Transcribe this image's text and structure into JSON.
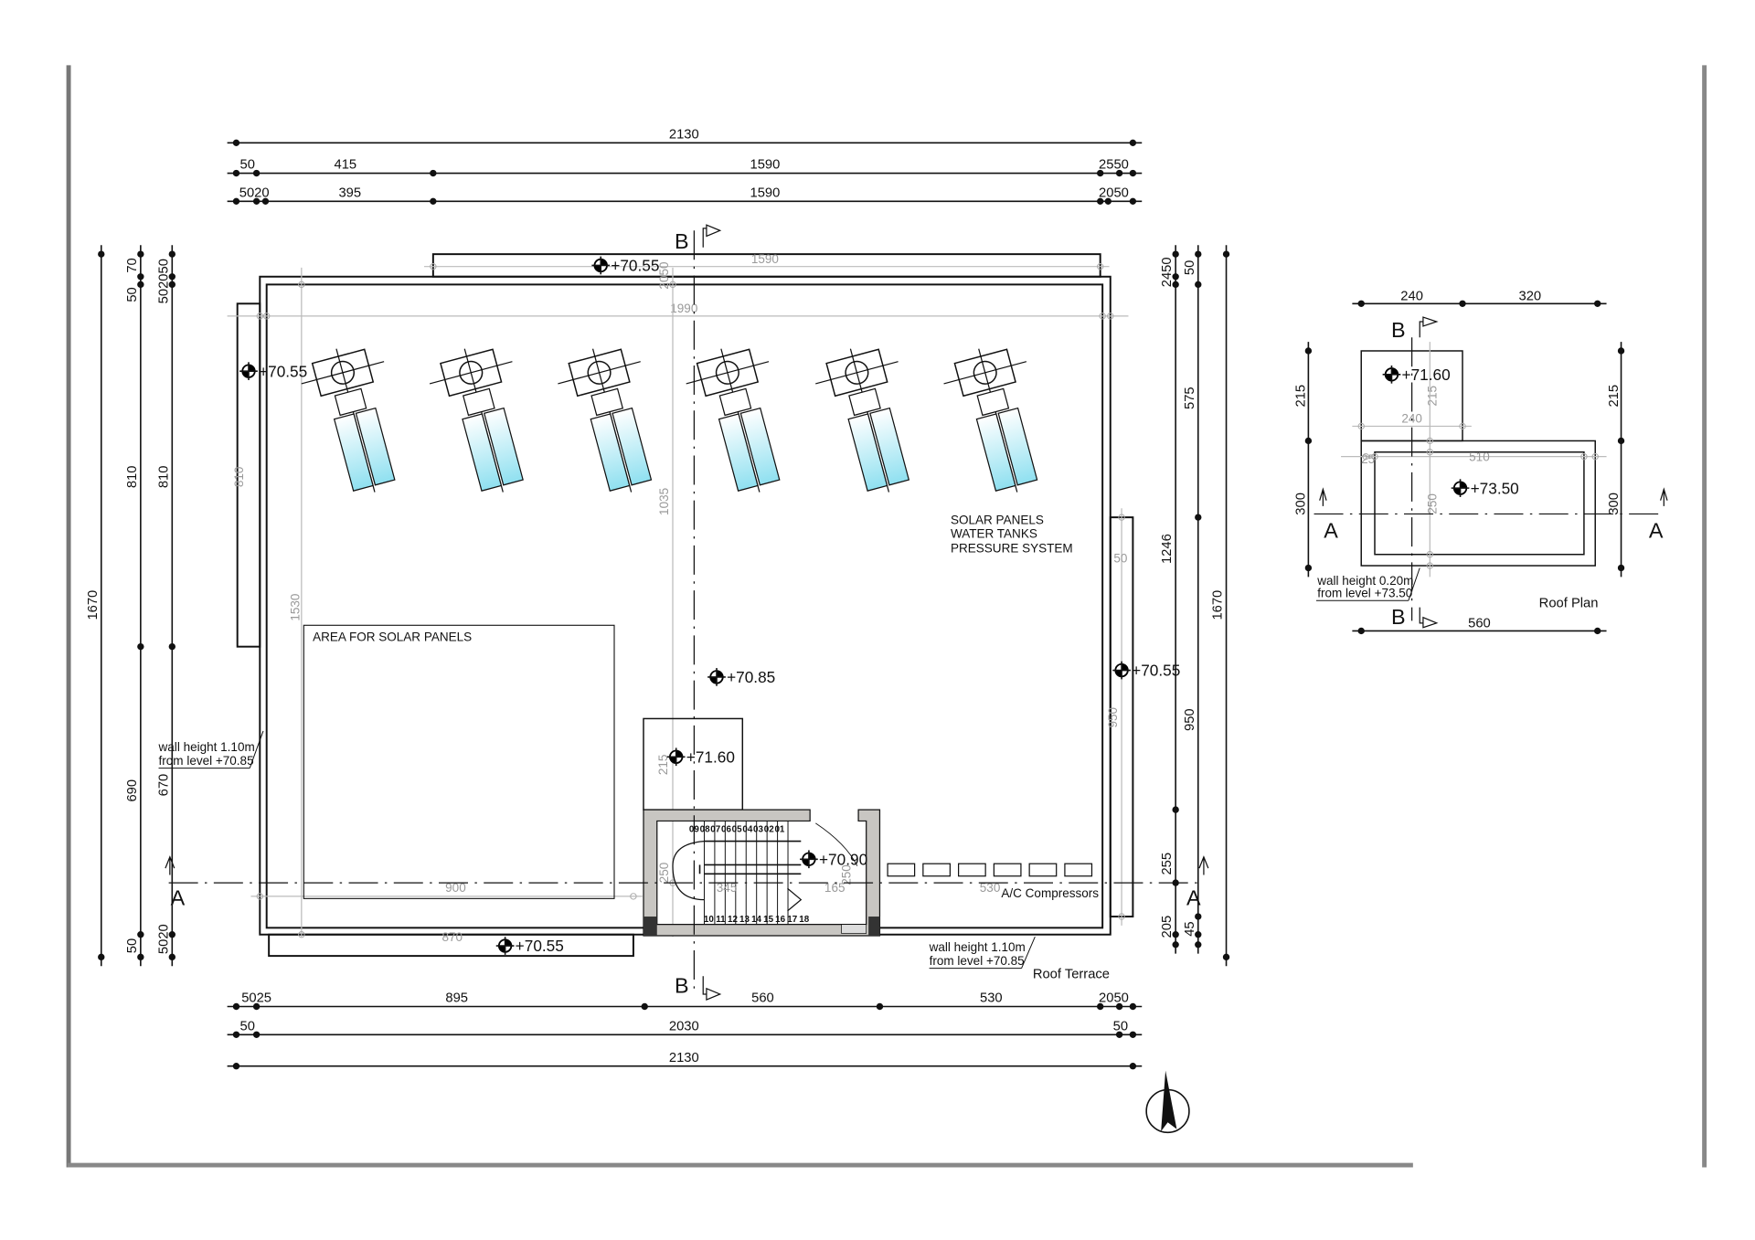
{
  "labels": {
    "roof_terrace": "Roof Terrace",
    "roof_plan": "Roof Plan",
    "area_solar": "AREA FOR SOLAR PANELS",
    "equipment": [
      "SOLAR PANELS",
      "WATER TANKS",
      "PRESSURE SYSTEM"
    ],
    "ac": "A/C Compressors"
  },
  "levels": {
    "top_parapet": "+70.55",
    "left_parapet": "+70.55",
    "right_parapet": "+70.55",
    "bottom_parapet": "+70.55",
    "terrace": "+70.85",
    "stair_roof": "+71.60",
    "landing": "+70.90",
    "roofplan_upper": "+71.60",
    "roofplan_lower": "+73.50"
  },
  "notes": {
    "left_wall": [
      "wall height 1.10m",
      "from level +70.85"
    ],
    "bottom_wall": [
      "wall height 1.10m",
      "from level +70.85"
    ],
    "roof_wall": [
      "wall height 0.20m",
      "from level +73.50"
    ]
  },
  "sections": {
    "a": "A",
    "b": "B"
  },
  "stairs": {
    "upper": [
      "09",
      "08",
      "07",
      "06",
      "05",
      "04",
      "03",
      "02",
      "01"
    ],
    "lower": [
      "10",
      "11",
      "12",
      "13",
      "14",
      "15",
      "16",
      "17",
      "18"
    ]
  },
  "dimensions": {
    "top": {
      "overall": "2130",
      "row2": [
        "50",
        "415",
        "1590",
        "2550"
      ],
      "row3": [
        "5020",
        "395",
        "1590",
        "2050"
      ]
    },
    "bottom": {
      "row1": [
        "5025",
        "895",
        "560",
        "530",
        "2050"
      ],
      "row2": [
        "50",
        "2030",
        "50"
      ],
      "overall": "2130"
    },
    "left": {
      "overall": "1670",
      "col2": [
        "70",
        "50",
        "810",
        "690",
        "50"
      ],
      "col3": [
        "502050",
        "810",
        "670",
        "5020"
      ]
    },
    "right": {
      "col1": [
        "2450",
        "1246",
        "255",
        "205"
      ],
      "col2": [
        "50",
        "575",
        "950",
        "45"
      ],
      "overall": "1670"
    },
    "interior": {
      "top_bump": "1590",
      "inner_width": "1990",
      "left_bump": "810",
      "mid_height": "1035",
      "left_height": "1530",
      "area_width": "900",
      "bottom_bump": "870",
      "right_bump_top": "50",
      "right_bump": "950",
      "stair_box": "215",
      "stair_h": "250",
      "stair_w": "345",
      "landing_w": "165",
      "ac_w": "530",
      "landing_h": "250",
      "top_gap": "2050"
    }
  },
  "roof_plan_dims": {
    "top": [
      "240",
      "320"
    ],
    "bottom": "560",
    "left": [
      "215",
      "300"
    ],
    "right": [
      "215",
      "300"
    ],
    "interior": {
      "upper_w": "240",
      "upper_h": "215",
      "inner_w": "510",
      "inner_h": "250",
      "offset": "25"
    }
  }
}
